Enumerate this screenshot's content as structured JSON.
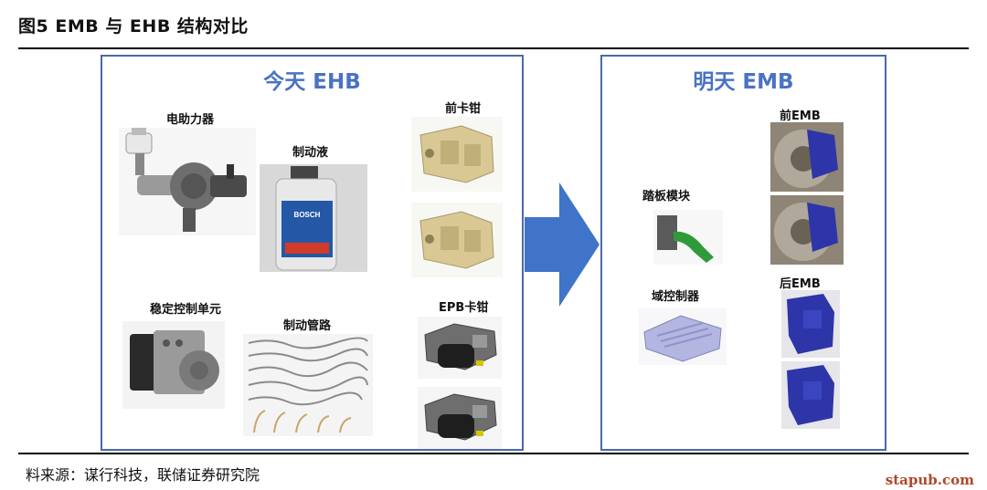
{
  "figure": {
    "title": "图5  EMB 与 EHB 结构对比",
    "source": "料来源：谋行科技，联储证券研究院",
    "watermark": "stapub.com"
  },
  "left_panel": {
    "title": "今天 EHB",
    "items": {
      "booster": "电助力器",
      "brake_fluid": "制动液",
      "front_caliper": "前卡钳",
      "stability_unit": "稳定控制单元",
      "brake_lines": "制动管路",
      "epb_caliper": "EPB卡钳"
    },
    "bottle_brand": "BOSCH"
  },
  "right_panel": {
    "title": "明天 EMB",
    "items": {
      "front_emb": "前EMB",
      "pedal_module": "踏板模块",
      "domain_controller": "域控制器",
      "rear_emb": "后EMB"
    }
  },
  "colors": {
    "panel_border": "#4a6aa8",
    "panel_title": "#4a72c4",
    "arrow": "#3f74c9",
    "emb_blue": "#2e35a8",
    "caliper_gold": "#d9c894"
  }
}
